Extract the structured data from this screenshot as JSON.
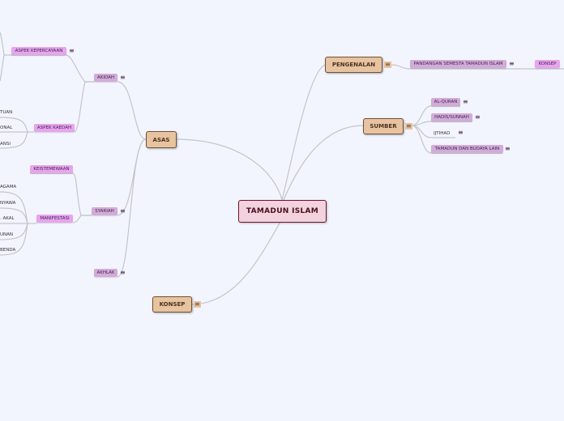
{
  "root": {
    "label": "TAMADUN ISLAM"
  },
  "main": {
    "pengenalan": "PENGENALAN",
    "asas": "ASAS",
    "sumber": "SUMBER",
    "konsep": "KONSEP"
  },
  "pengenalan": {
    "child": "PANDANGAN SEMESTA TAMADUN ISLAM",
    "grandchild": "KONSEP"
  },
  "sumber": {
    "items": [
      "AL-QURAN",
      "HADIS/SUNNAH",
      "IJTIHAD",
      "TAMADUN DAN BUDAYA LAIN"
    ]
  },
  "asas": {
    "akidah": "AKIDAH",
    "syariah": "SYARIAH",
    "akhlak": "AKHLAK"
  },
  "akidah": {
    "aspek_kepercayaan": "ASPEK KEPERCAYAAN",
    "aspek_kaedah": "ASPEK KAEDAH",
    "kaedah_items": [
      "TUAN",
      "ONAL",
      "ANSI"
    ]
  },
  "syariah": {
    "keistimewaan": "KEISTEMEWAAN",
    "manifestasi": "MANIFESTASI",
    "manifestasi_items": [
      "AGAMA",
      "NYAWA",
      ". AKAL",
      "UNAN",
      "BENDA"
    ]
  },
  "icons": {
    "note": "≡"
  },
  "colors": {
    "root_border": "#6e1426",
    "main_fill": "#e8c3a0",
    "sub_fill": "#d2acd8",
    "pink_fill": "#e6a5ec",
    "background": "#f3f5fe"
  }
}
